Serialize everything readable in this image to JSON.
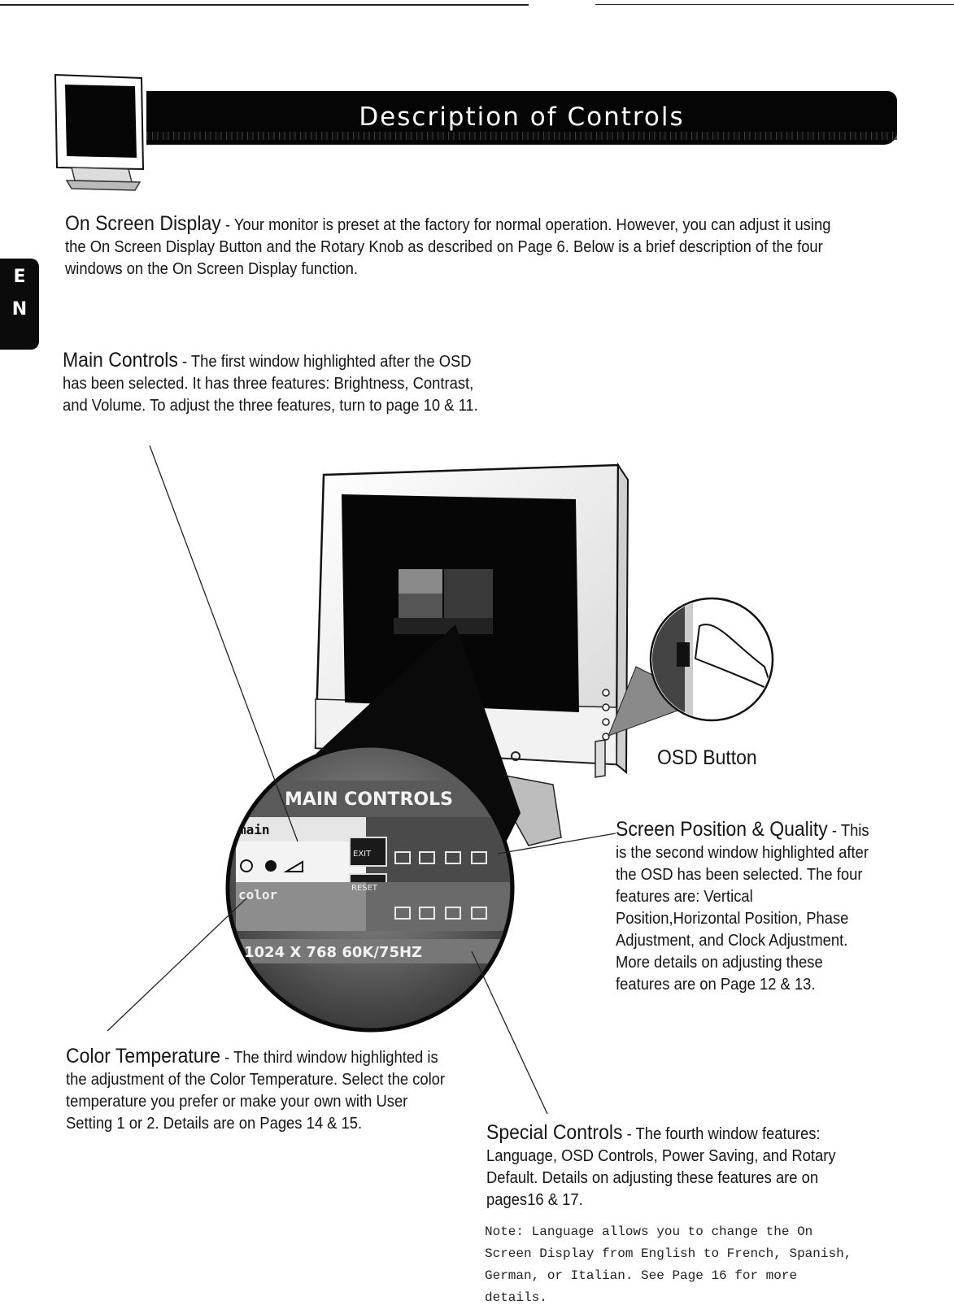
{
  "header": {
    "title": "Description of Controls",
    "icon": "monitor-icon"
  },
  "language_tab": {
    "letters": [
      "E",
      "N"
    ]
  },
  "intro": {
    "lead": "On Screen Display",
    "text": " - Your monitor is preset at the factory for normal operation. However, you can adjust it using the On Screen Display Button and the Rotary Knob as described on Page 6. Below is a brief description of the four windows on the On Screen Display function."
  },
  "sections": {
    "main_controls": {
      "lead": "Main Controls",
      "text": "  - The first window highlighted after the OSD has been selected. It has three features: Brightness, Contrast, and Volume. To adjust the three features, turn to page 10 & 11."
    },
    "screen_position": {
      "lead": "Screen Position & Quality",
      "text": " - This is the second window highlighted after the OSD has been selected. The four features are: Vertical Position,Horizontal Position, Phase Adjustment, and Clock Adjustment. More details on adjusting these features are on Page 12 & 13."
    },
    "color_temperature": {
      "lead": "Color Temperature",
      "text": "  - The third window highlighted is the  adjustment of the Color Temperature. Select the color temperature you prefer or make your own with User Setting 1 or 2. Details are on Pages 14 & 15."
    },
    "special_controls": {
      "lead": "Special Controls",
      "text": "  - The fourth window features: Language, OSD Controls, Power Saving, and Rotary Default. Details on adjusting these features are on pages16 & 17.",
      "note": "Note: Language allows you to change the On Screen Display from English to French, Spanish, German, or Italian. See Page 16 for more details."
    }
  },
  "osd_button_label": "OSD Button",
  "osd_menu": {
    "title": "MAIN CONTROLS",
    "main_tab": "main",
    "color_tab": "color",
    "exit_label": "EXIT",
    "reset_label": "RESET",
    "status": "1024 X 768  60K/75HZ"
  }
}
